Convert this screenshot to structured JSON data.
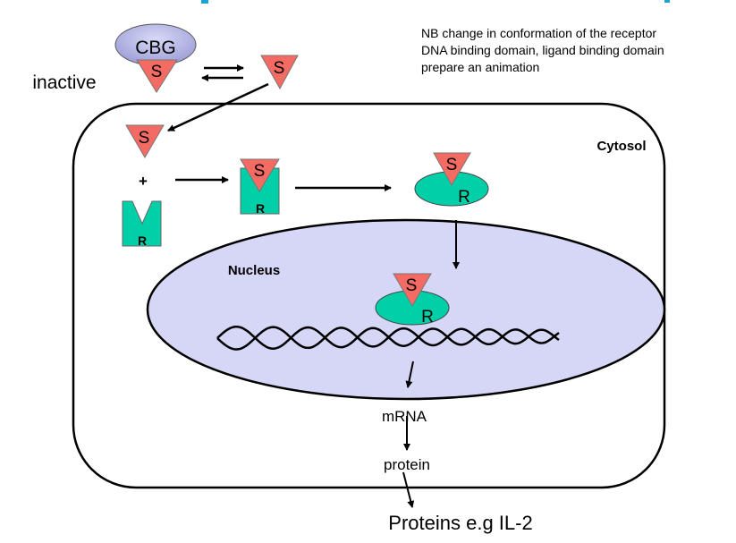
{
  "title_fragment": "",
  "note": {
    "lines": [
      "NB change in conformation of the receptor",
      "DNA binding domain, ligand binding domain",
      "prepare an animation"
    ]
  },
  "labels": {
    "inactive": "inactive",
    "cbg": "CBG",
    "steroid": "S",
    "receptor": "R",
    "plus": "+",
    "cytosol": "Cytosol",
    "nucleus": "Nucleus",
    "mrna": "mRNA",
    "protein": "protein",
    "proteins_output": "Proteins e.g IL-2"
  },
  "colors": {
    "steroid_fill": "#f46b63",
    "receptor_fill": "#00cfa8",
    "cbg_fill": "#b8b9e6",
    "nucleus_fill": "#d6d7f6",
    "title_accent": "#1aa3d6"
  }
}
